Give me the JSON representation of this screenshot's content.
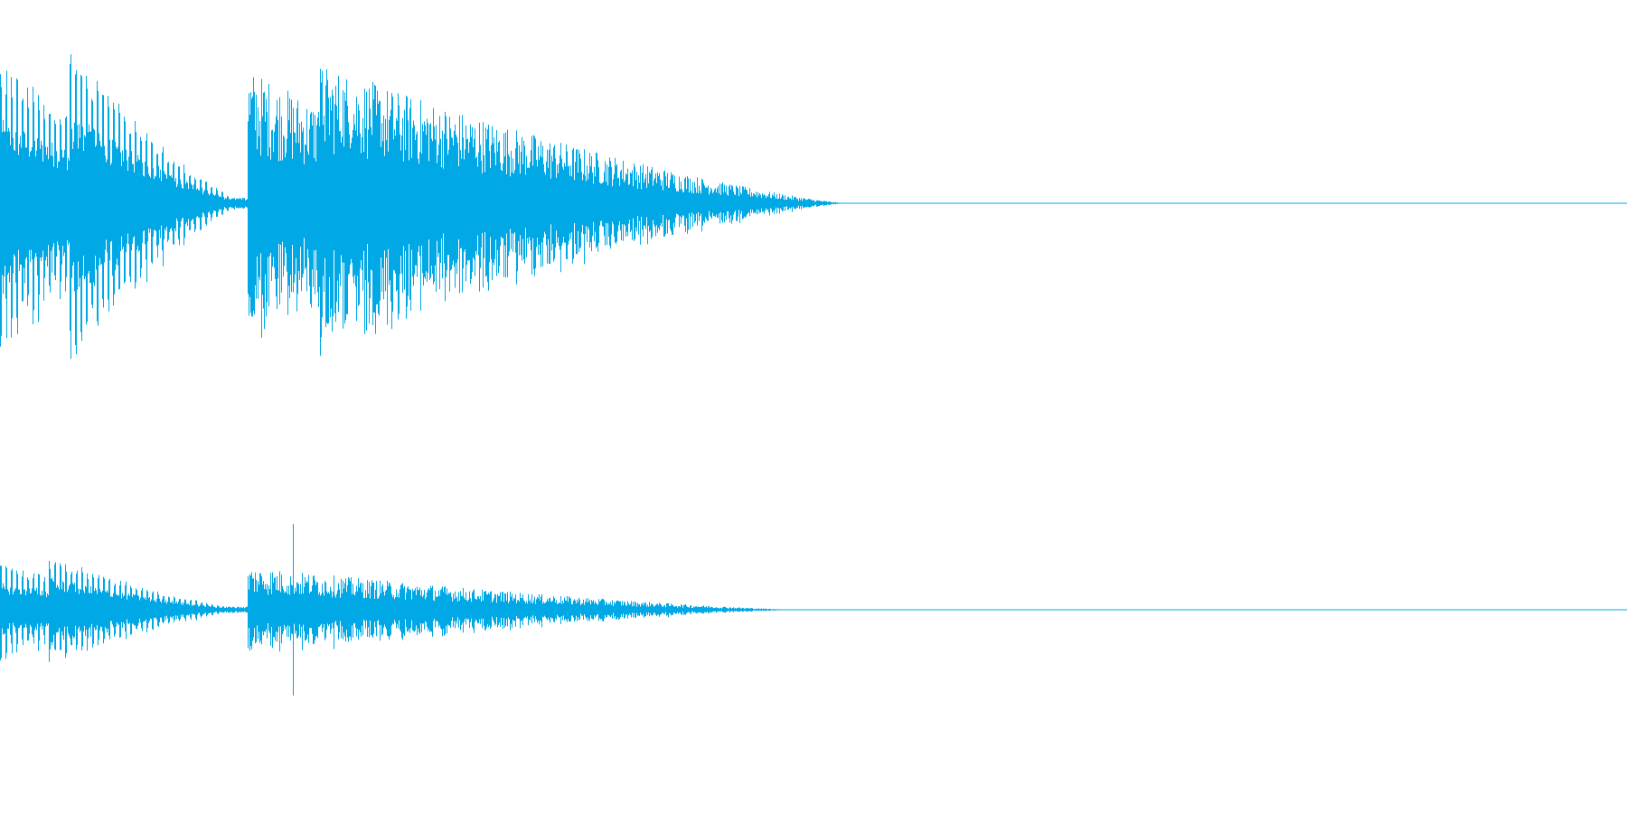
{
  "waveform": {
    "color": "#00a8e6",
    "background": "#ffffff",
    "channels": [
      {
        "name": "left",
        "segments": [
          {
            "start": 0.0,
            "end": 0.15,
            "peak": 0.92,
            "decay": 0.55,
            "density": "sparse"
          },
          {
            "start": 0.043,
            "end": 0.15,
            "peak": 1.0,
            "decay": 0.6,
            "density": "sparse"
          },
          {
            "start": 0.152,
            "end": 0.36,
            "peak": 0.88,
            "decay": 0.75,
            "density": "dense"
          },
          {
            "start": 0.195,
            "end": 0.52,
            "peak": 0.92,
            "decay": 0.92,
            "density": "dense"
          }
        ],
        "tail_end": 0.52
      },
      {
        "name": "right",
        "segments": [
          {
            "start": 0.0,
            "end": 0.152,
            "peak": 0.5,
            "decay": 0.35,
            "density": "sparse"
          },
          {
            "start": 0.03,
            "end": 0.152,
            "peak": 0.6,
            "decay": 0.75,
            "density": "sparse"
          },
          {
            "start": 0.152,
            "end": 0.49,
            "peak": 0.48,
            "decay": 0.9,
            "density": "dense"
          }
        ],
        "spike": 0.18,
        "tail_end": 0.49
      }
    ]
  }
}
